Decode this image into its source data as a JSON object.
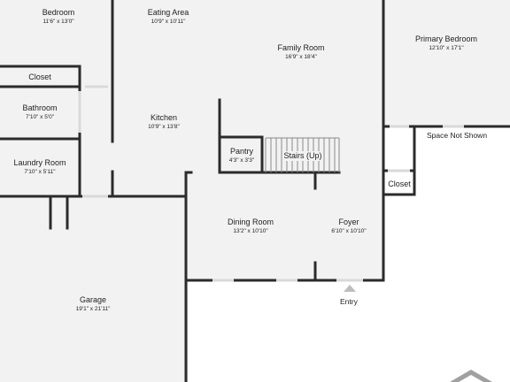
{
  "rooms": {
    "bedroom": {
      "name": "Bedroom",
      "dims": "11'6\" x 13'0\""
    },
    "eating_area": {
      "name": "Eating Area",
      "dims": "10'9\" x 10'11\""
    },
    "family_room": {
      "name": "Family Room",
      "dims": "16'9\" x 18'4\""
    },
    "primary_bedroom": {
      "name": "Primary Bedroom",
      "dims": "12'10\" x 17'1\""
    },
    "closet_top": {
      "name": "Closet"
    },
    "bathroom": {
      "name": "Bathroom",
      "dims": "7'10\" x 5'0\""
    },
    "kitchen": {
      "name": "Kitchen",
      "dims": "10'9\" x 13'8\""
    },
    "pantry": {
      "name": "Pantry",
      "dims": "4'3\" x 3'3\""
    },
    "stairs": {
      "name": "Stairs (Up)"
    },
    "laundry_room": {
      "name": "Laundry Room",
      "dims": "7'10\" x 5'11\""
    },
    "closet_right": {
      "name": "Closet"
    },
    "dining_room": {
      "name": "Dining Room",
      "dims": "13'2\" x 10'10\""
    },
    "foyer": {
      "name": "Foyer",
      "dims": "6'10\" x 10'10\""
    },
    "garage": {
      "name": "Garage",
      "dims": "19'1\" x 21'11\""
    }
  },
  "annotations": {
    "space_not_shown": "Space Not Shown",
    "entry": "Entry"
  },
  "colors": {
    "interior": "#f2f2f2",
    "wall": "#2b2b2b",
    "window": "#d9d9d9"
  }
}
